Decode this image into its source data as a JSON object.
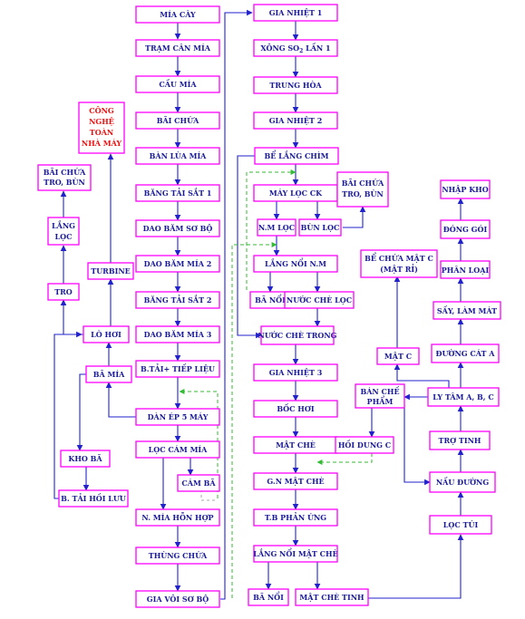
{
  "nodes": {
    "mia_cay": "MÍA CÂY",
    "tram_can_mia": "TRẠM CÂN MÍA",
    "cau_mia": "CẦU MÍA",
    "bai_chua": "BÃI CHỨA",
    "ban_lua_mia": "BÀN LÙA MÍA",
    "bang_tai_sat_1": "BĂNG TẢI SẮT 1",
    "dao_bam_so_bo": "DAO BĂM SƠ BỘ",
    "dao_bam_mia_2": "DAO BĂM MÍA 2",
    "bang_tai_sat_2": "BĂNG TẢI SẮT 2",
    "dao_bam_mia_3": "DAO BĂM MÍA 3",
    "bang_tai_tiep_lieu": "B.TẢI+ TIẾP LIỆU",
    "dan_ep_5_may": "DÀN ÉP 5 MÁY",
    "loc_cam_mia": "LỌC CÁM MÍA",
    "cam_ba": "CÁM BÃ",
    "nuoc_mia_hon_hop": "N. MÍA HỖN HỢP",
    "thung_chua": "THÙNG CHỨA",
    "gia_voi_so_bo": "GIA VÔI SƠ BỘ",
    "cong_nghe_line1": "CÔNG",
    "cong_nghe_line2": "NGHỆ",
    "cong_nghe_line3": "TOÀN",
    "cong_nghe_line4": "NHÀ MÁY",
    "bai_chua_tro_bun_left_l1": "BÃI CHỨA",
    "bai_chua_tro_bun_left_l2": "TRO, BÙN",
    "lang_loc_l1": "LẮNG",
    "lang_loc_l2": "LỌC",
    "tro": "TRO",
    "turbine": "TURBINE",
    "lo_hoi": "LÒ HƠI",
    "ba_mia": "BÃ MÍA",
    "kho_ba": "KHO BÃ",
    "bang_tai_hoi_luu": "B. TẢI HỒI LƯU",
    "gia_nhiet_1": "GIA NHIỆT 1",
    "xong_so2_prefix": "XÔNG SO",
    "xong_so2_sub": "2",
    "xong_so2_suffix": " LẦN 1",
    "trung_hoa": "TRUNG HÒA",
    "gia_nhiet_2": "GIA NHIỆT 2",
    "be_lang_chim": "BỂ LẮNG CHÌM",
    "may_loc_ck": "MÁY LỌC CK",
    "bai_chua_tro_bun_mid_l1": "BÃI CHỨA",
    "bai_chua_tro_bun_mid_l2": "TRO, BÙN",
    "nm_loc": "N.M LỌC",
    "bun_loc": "BÙN LỌC",
    "lang_noi_nm": "LẮNG NỔI N.M",
    "ba_noi_1": "BÃ NỔI",
    "nuoc_che_loc": "NƯỚC CHÈ LỌC",
    "nuoc_che_trong": "NƯỚC CHÈ TRONG",
    "gia_nhiet_3": "GIA NHIỆT 3",
    "boc_hoi": "BỐC HƠI",
    "mat_che": "MẬT CHÈ",
    "gn_mat_che": "G.N MẬT CHÈ",
    "tb_phan_ung": "T.B PHẢN ỨNG",
    "lang_noi_mat_che": "LẮNG NỔI MẬT CHÈ",
    "ba_noi_2": "BÃ NỔI",
    "mat_che_tinh": "MẬT CHÈ TINH",
    "be_chua_mat_c_l1": "BỂ CHỨA MẬT C",
    "be_chua_mat_c_l2": "(MẬT RỈ)",
    "mat_c": "MẬT C",
    "ban_che_pham_l1": "BÁN CHẾ",
    "ban_che_pham_l2": "PHẨM",
    "hoi_dung_c": "HỒI DUNG C",
    "ly_tam_abc": "LY TÂM A, B, C",
    "tro_tinh": "TRỢ TINH",
    "nau_duong": "NẤU ĐƯỜNG",
    "loc_tui": "LỌC TÚI",
    "nhap_kho": "NHẬP KHO",
    "dong_goi": "ĐÓNG GÓI",
    "phan_loai": "PHÂN LOẠI",
    "say_lam_mat": "SẤY, LÀM MÁT",
    "duong_cat_a": "ĐƯỜNG CÁT A"
  },
  "colors": {
    "box_border": "#ff00ff",
    "text": "#1b1b9a",
    "highlight_text": "#ee1111",
    "arrow": "#2222cc",
    "recycle_dash": "#33bb33"
  }
}
